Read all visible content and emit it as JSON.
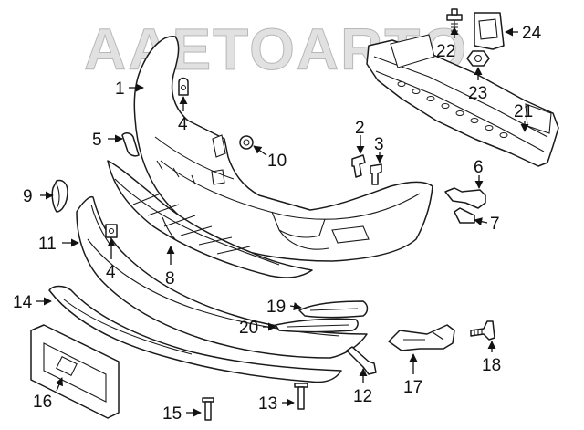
{
  "watermark": "AAETOARTO",
  "arrow_color": "#111111",
  "parts": [
    {
      "id": "1",
      "label": "1"
    },
    {
      "id": "2",
      "label": "2"
    },
    {
      "id": "3",
      "label": "3"
    },
    {
      "id": "4a",
      "label": "4"
    },
    {
      "id": "4b",
      "label": "4"
    },
    {
      "id": "5",
      "label": "5"
    },
    {
      "id": "6",
      "label": "6"
    },
    {
      "id": "7",
      "label": "7"
    },
    {
      "id": "8",
      "label": "8"
    },
    {
      "id": "9",
      "label": "9"
    },
    {
      "id": "10",
      "label": "10"
    },
    {
      "id": "11",
      "label": "11"
    },
    {
      "id": "12",
      "label": "12"
    },
    {
      "id": "13",
      "label": "13"
    },
    {
      "id": "14",
      "label": "14"
    },
    {
      "id": "15",
      "label": "15"
    },
    {
      "id": "16",
      "label": "16"
    },
    {
      "id": "17",
      "label": "17"
    },
    {
      "id": "18",
      "label": "18"
    },
    {
      "id": "19",
      "label": "19"
    },
    {
      "id": "20",
      "label": "20"
    },
    {
      "id": "21",
      "label": "21"
    },
    {
      "id": "22",
      "label": "22"
    },
    {
      "id": "23",
      "label": "23"
    },
    {
      "id": "24",
      "label": "24"
    }
  ]
}
